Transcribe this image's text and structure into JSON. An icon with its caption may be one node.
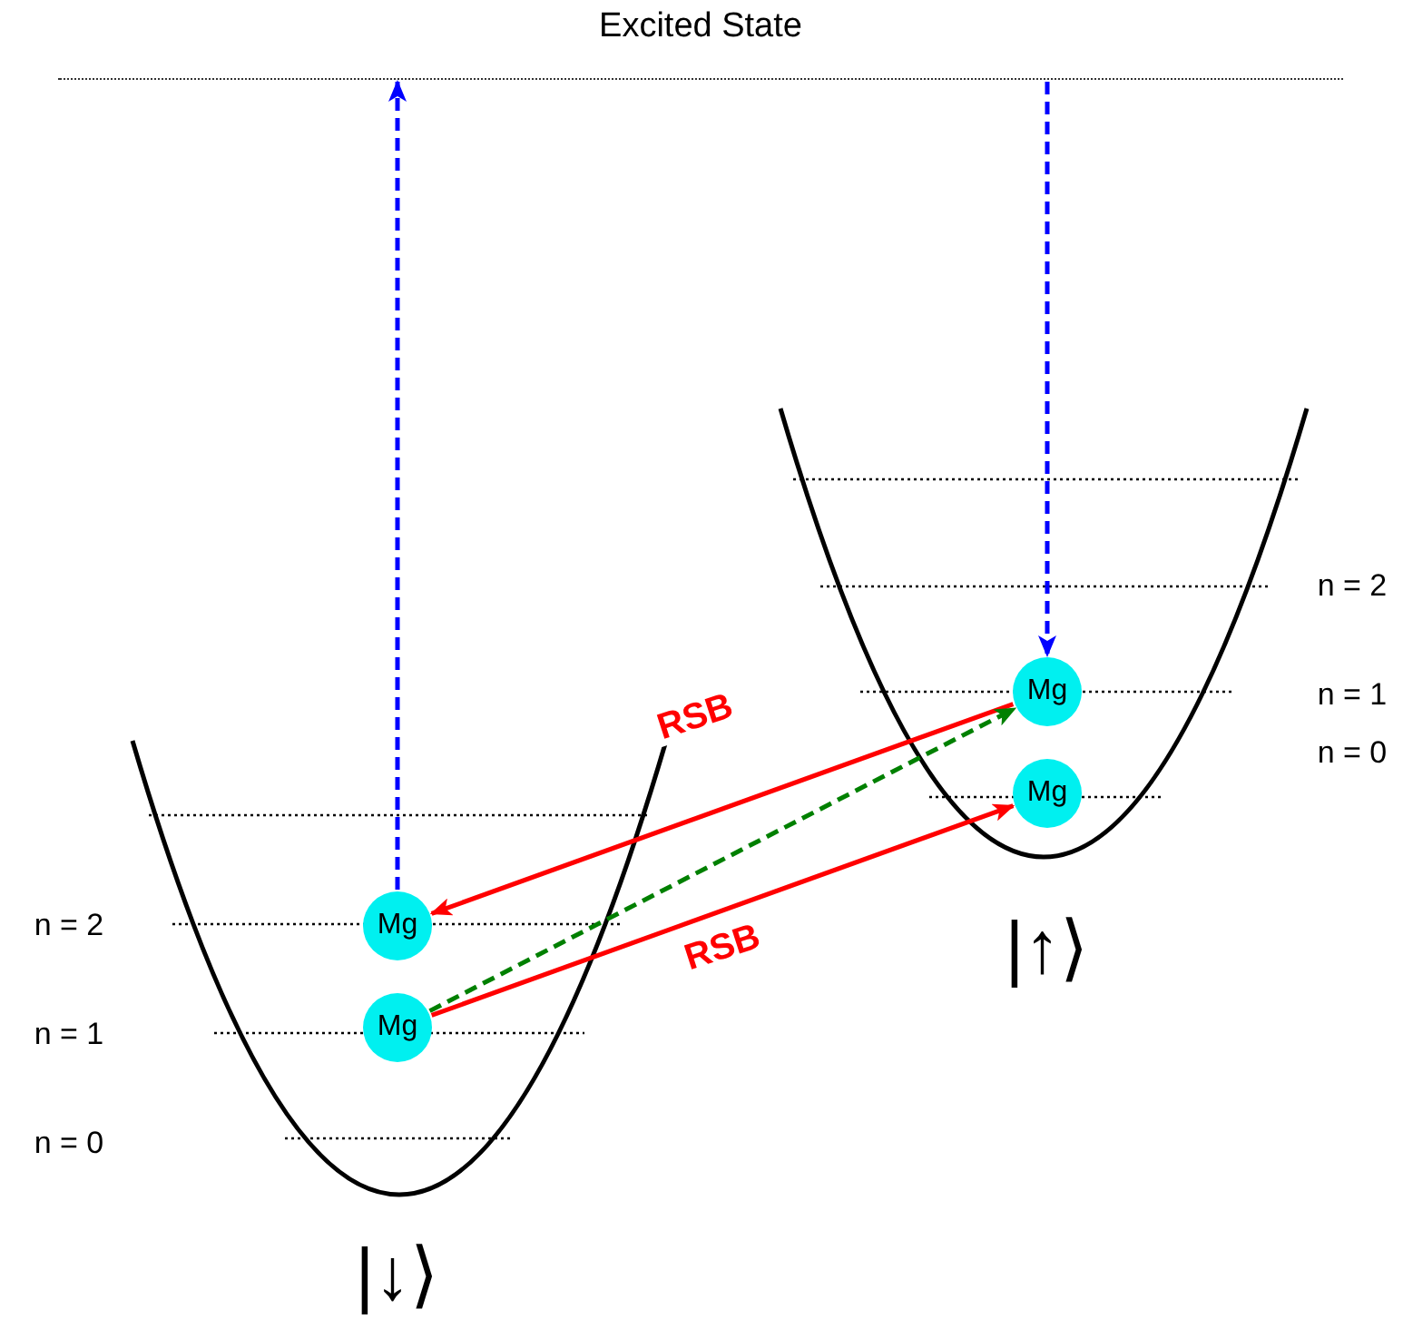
{
  "diagram": {
    "nodes": [
      {
        "text": [
          "Excited State"
        ]
      },
      {
        "text": [
          "Mg"
        ]
      },
      {
        "text": [
          "Mg"
        ]
      },
      {
        "text": [
          "Mg"
        ]
      },
      {
        "text": [
          "Mg"
        ]
      }
    ],
    "edges": [
      {
        "from": 3,
        "to": 0,
        "arrow": "to",
        "style": "dashed",
        "color": "#0000ff"
      },
      {
        "from": 0,
        "to": 1,
        "arrow": "to",
        "style": "dashed",
        "color": "#0000ff"
      },
      {
        "from": 1,
        "to": 3,
        "arrow": "to",
        "label": "RSB",
        "color": "#ff0000"
      },
      {
        "from": 4,
        "to": 2,
        "arrow": "to",
        "label": "RSB",
        "color": "#ff0000"
      },
      {
        "from": 4,
        "to": 1,
        "arrow": "to",
        "style": "dashed",
        "color": "#008000"
      }
    ],
    "labels": [
      "n = 2",
      "n = 1",
      "n = 0",
      "|↑⟩",
      "n = 2",
      "n = 1",
      "n = 0",
      "|↓⟩"
    ]
  }
}
